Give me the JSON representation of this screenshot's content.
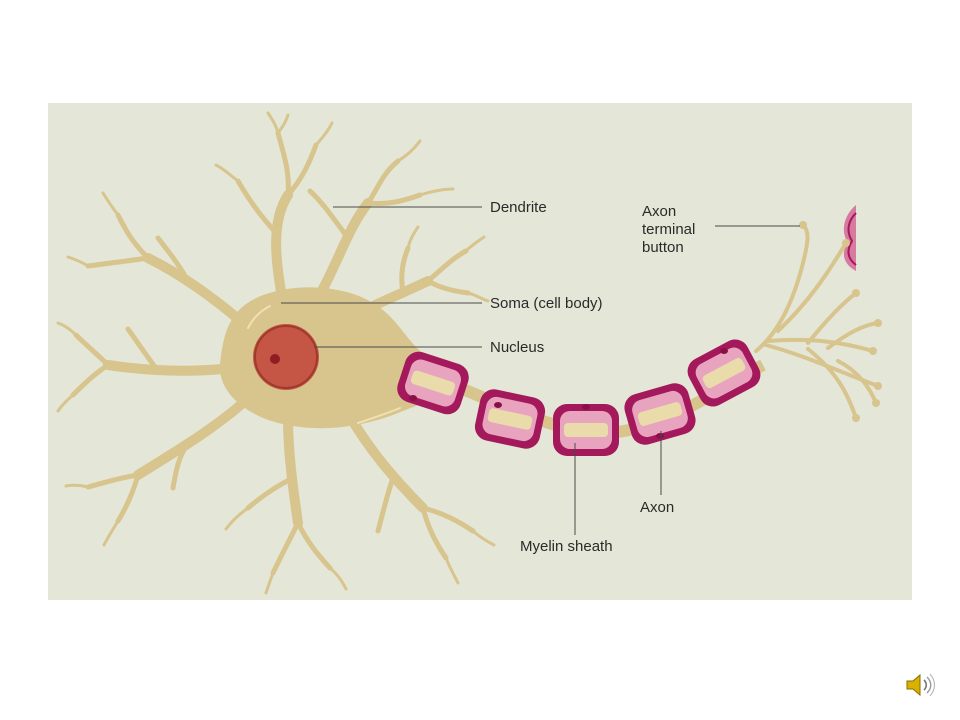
{
  "colors": {
    "panel_bg": "#e4e6d7",
    "cell": "#d8c48d",
    "cell_highlight": "#efe1b3",
    "myelin_outer": "#a4195c",
    "myelin_inner": "#e8a4be",
    "axon_core": "#eadcaa",
    "nucleus": "#c55545",
    "nucleolus": "#8f1d22"
  },
  "labels": {
    "dendrite": "Dendrite",
    "soma": "Soma (cell body)",
    "nucleus": "Nucleus",
    "axon_terminal_line1": "Axon",
    "axon_terminal_line2": "terminal",
    "axon_terminal_line3": "button",
    "axon": "Axon",
    "myelin_sheath": "Myelin sheath"
  },
  "audio": {
    "icon": "speaker-icon"
  }
}
